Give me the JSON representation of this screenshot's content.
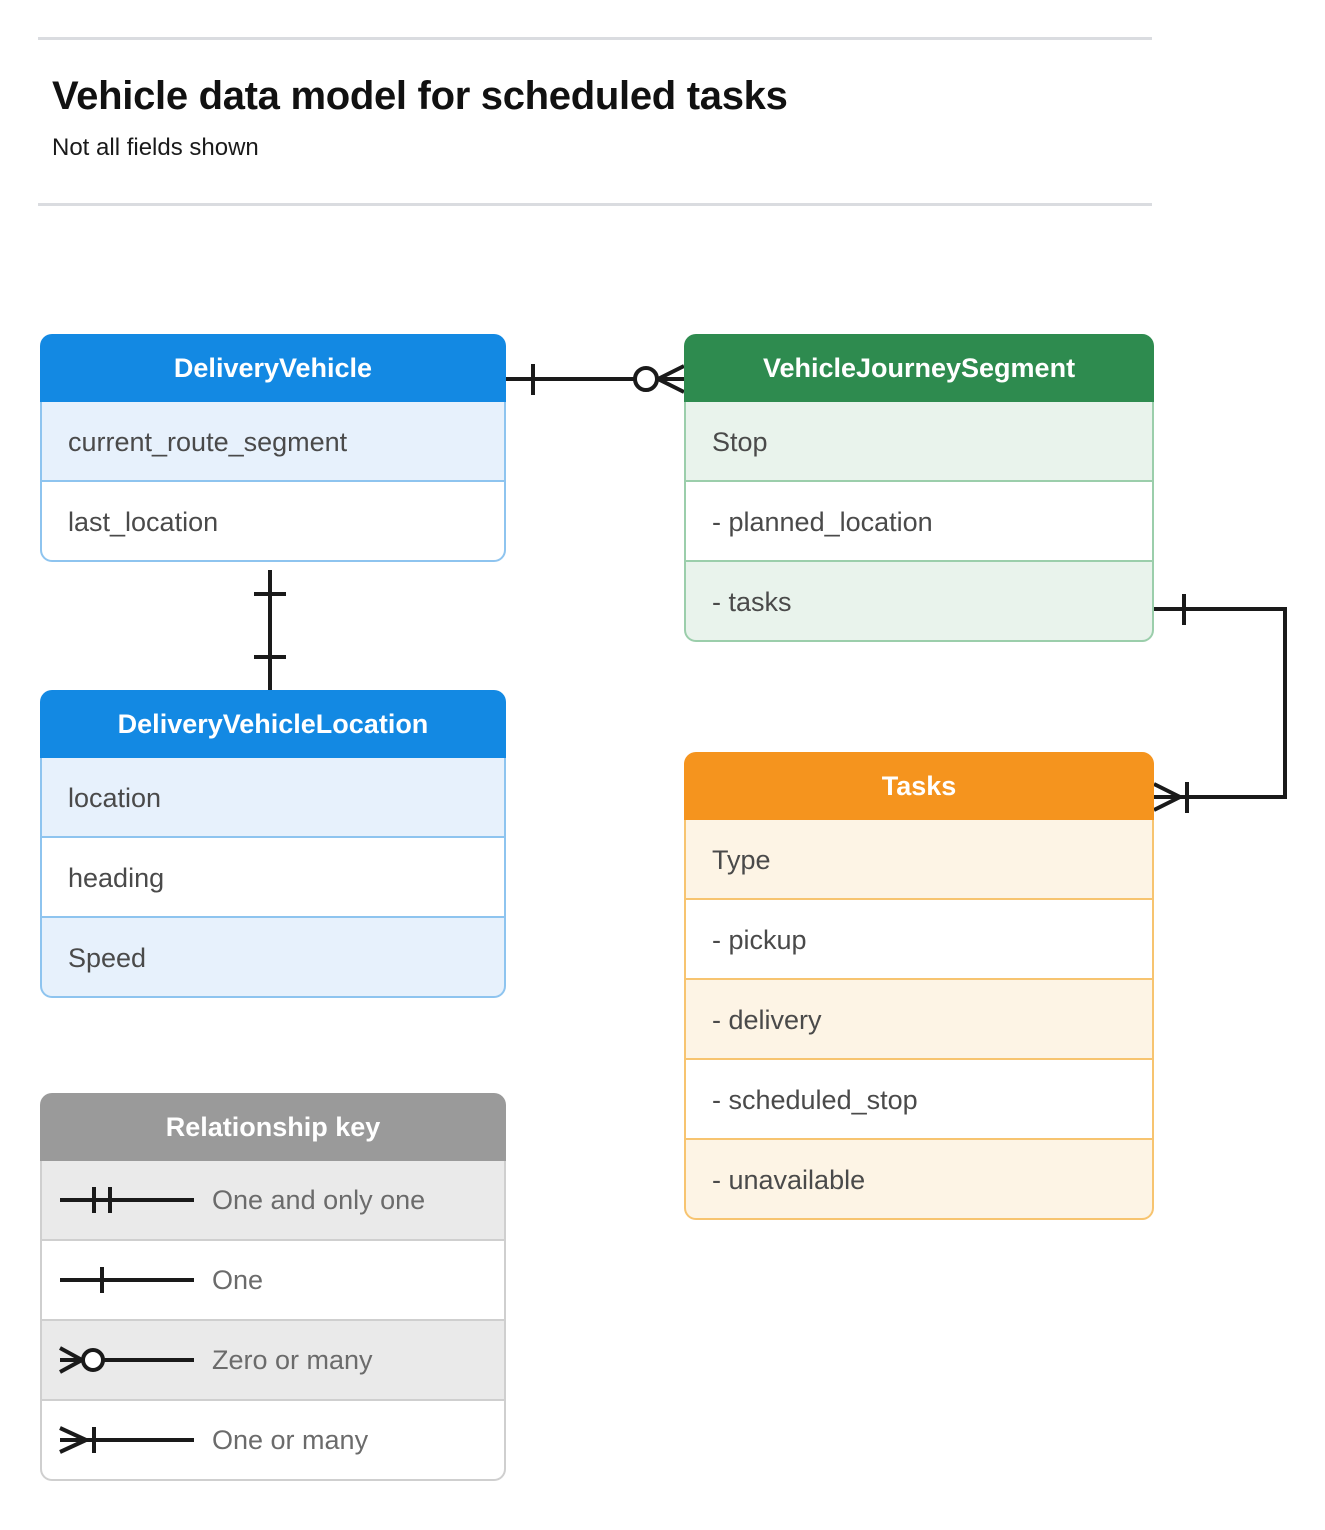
{
  "header": {
    "title": "Vehicle data model for scheduled tasks",
    "subtitle": "Not all fields shown"
  },
  "colors": {
    "blue_header": "#1389e3",
    "blue_row_tint": "#e7f1fc",
    "blue_border": "#8ec4ef",
    "green_header": "#2e8b4f",
    "green_row_tint": "#e9f3ec",
    "green_border": "#9bceab",
    "orange_header": "#f5941e",
    "orange_row_tint": "#fdf4e5",
    "orange_border": "#f7c470",
    "gray_header": "#9a9a9a",
    "gray_row_tint": "#eaeaea",
    "gray_border": "#cfcfcf",
    "rule": "#dadce0",
    "connector": "#1a1a1a",
    "row_text": "#4a4a4a",
    "legend_text": "#6b6b6b"
  },
  "entities": {
    "delivery_vehicle": {
      "title": "DeliveryVehicle",
      "rows": [
        {
          "label": "current_route_segment"
        },
        {
          "label": "last_location"
        }
      ]
    },
    "delivery_vehicle_location": {
      "title": "DeliveryVehicleLocation",
      "rows": [
        {
          "label": "location"
        },
        {
          "label": "heading"
        },
        {
          "label": "Speed"
        }
      ]
    },
    "vehicle_journey_segment": {
      "title": "VehicleJourneySegment",
      "rows": [
        {
          "label": "Stop"
        },
        {
          "label": "-  planned_location"
        },
        {
          "label": "- tasks"
        }
      ]
    },
    "tasks": {
      "title": "Tasks",
      "rows": [
        {
          "label": "Type"
        },
        {
          "label": "-  pickup"
        },
        {
          "label": "-  delivery"
        },
        {
          "label": "-  scheduled_stop"
        },
        {
          "label": "-  unavailable"
        }
      ]
    }
  },
  "legend": {
    "title": "Relationship key",
    "items": [
      {
        "symbol": "one-and-only-one",
        "label": "One and only one"
      },
      {
        "symbol": "one",
        "label": "One"
      },
      {
        "symbol": "zero-or-many",
        "label": "Zero or many"
      },
      {
        "symbol": "one-or-many",
        "label": "One or many"
      }
    ]
  },
  "relationships": [
    {
      "name": "deliveryvehicle-to-vehiclejourneysegment",
      "from": "DeliveryVehicle",
      "to": "VehicleJourneySegment",
      "from_cardinality": "One",
      "to_cardinality": "Zero or many"
    },
    {
      "name": "deliveryvehicle-to-deliveryvehiclelocation",
      "from": "DeliveryVehicle",
      "to": "DeliveryVehicleLocation",
      "from_cardinality": "One",
      "to_cardinality": "One"
    },
    {
      "name": "vehiclejourneysegment-tasks-to-tasks",
      "from": "VehicleJourneySegment.tasks",
      "to": "Tasks",
      "from_cardinality": "One",
      "to_cardinality": "One or many"
    }
  ]
}
